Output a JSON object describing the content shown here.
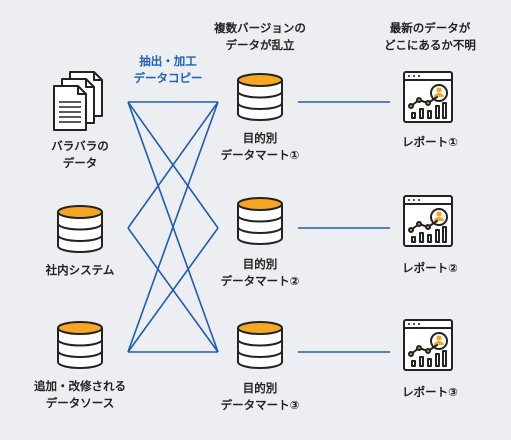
{
  "header": {
    "middle_line1": "複数バージョンの",
    "middle_line2": "データが乱立",
    "right_line1": "最新のデータが",
    "right_line2": "どこにあるか不明"
  },
  "connector_label": {
    "line1": "抽出・加工",
    "line2": "データコピー"
  },
  "sources": [
    {
      "line1": "バラバラの",
      "line2": "データ",
      "icon": "documents-icon"
    },
    {
      "line1": "社内システム",
      "line2": "",
      "icon": "database-icon"
    },
    {
      "line1": "追加・改修される",
      "line2": "データソース",
      "icon": "database-icon"
    }
  ],
  "marts": [
    {
      "line1": "目的別",
      "line2": "データマート①"
    },
    {
      "line1": "目的別",
      "line2": "データマート②"
    },
    {
      "line1": "目的別",
      "line2": "データマート③"
    }
  ],
  "reports": [
    {
      "label": "レポート①"
    },
    {
      "label": "レポート②"
    },
    {
      "label": "レポート③"
    }
  ],
  "colors": {
    "line_blue": "#1e5cb3",
    "accent_orange": "#f5a623",
    "icon_stroke": "#222222",
    "background": "#eceef1"
  }
}
